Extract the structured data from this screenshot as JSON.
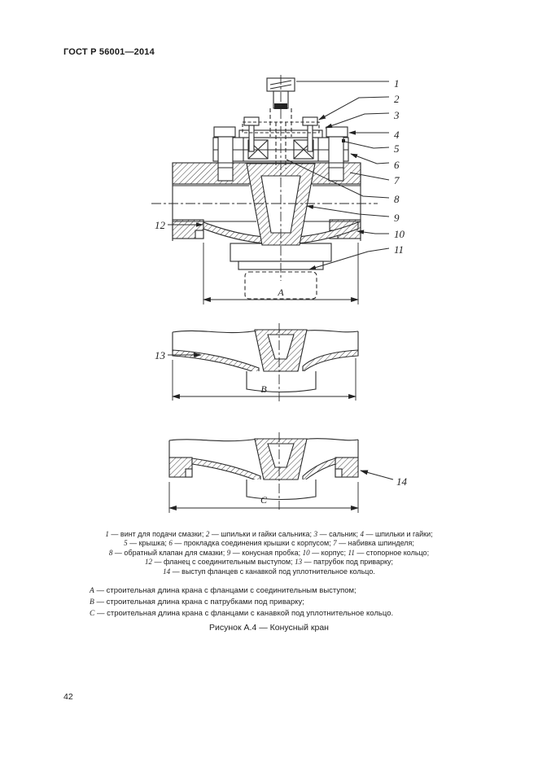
{
  "header": {
    "title": "ГОСТ Р 56001—2014"
  },
  "figure": {
    "callouts": {
      "c1": "1",
      "c2": "2",
      "c3": "3",
      "c4": "4",
      "c5": "5",
      "c6": "6",
      "c7": "7",
      "c8": "8",
      "c9": "9",
      "c10": "10",
      "c11": "11",
      "c12": "12",
      "c13": "13",
      "c14": "14"
    },
    "dims": {
      "a": "A",
      "b": "B",
      "c": "C"
    }
  },
  "legend": {
    "lines": [
      [
        {
          "n": "1",
          "t": " — винт для подачи смазки; "
        },
        {
          "n": "2",
          "t": " — шпильки и гайки сальника; "
        },
        {
          "n": "3",
          "t": " — сальник; "
        },
        {
          "n": "4",
          "t": " — шпильки и гайки;"
        }
      ],
      [
        {
          "n": "5",
          "t": " — крышка; "
        },
        {
          "n": "6",
          "t": " — прокладка соединения крышки с корпусом; "
        },
        {
          "n": "7",
          "t": " — набивка шпинделя;"
        }
      ],
      [
        {
          "n": "8",
          "t": " — обратный клапан для смазки; "
        },
        {
          "n": "9",
          "t": " — конусная пробка; "
        },
        {
          "n": "10",
          "t": " — корпус; "
        },
        {
          "n": "11",
          "t": " — стопорное кольцо;"
        }
      ],
      [
        {
          "n": "12",
          "t": " — фланец с соединительным выступом; "
        },
        {
          "n": "13",
          "t": " — патрубок под приварку;"
        }
      ],
      [
        {
          "n": "14",
          "t": " — выступ фланцев с канавкой под уплотнительное кольцо."
        }
      ]
    ],
    "dim_definitions": [
      {
        "n": "A",
        "t": " — строительная длина крана с фланцами с соединительным выступом;"
      },
      {
        "n": "B",
        "t": " — строительная длина крана с патрубками под приварку;"
      },
      {
        "n": "C",
        "t": " — строительная длина крана с фланцами с канавкой под уплотнительное кольцо."
      }
    ]
  },
  "caption": "Рисунок А.4 — Конусный кран",
  "page_number": "42"
}
